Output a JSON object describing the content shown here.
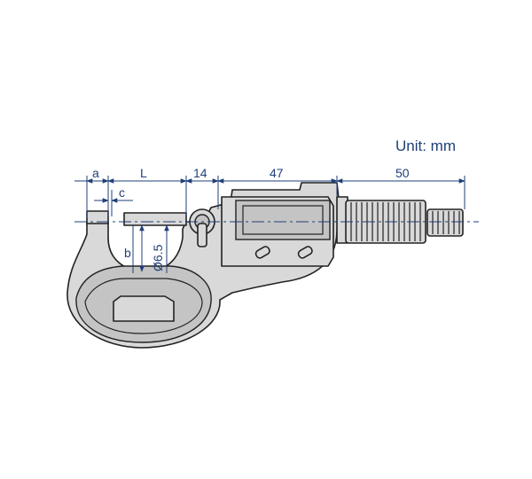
{
  "diagram": {
    "unit_label": "Unit: mm",
    "dimensions": {
      "a": "a",
      "c": "c",
      "L": "L",
      "frame_width": "14",
      "body_length": "47",
      "thimble_length": "50",
      "b": "b",
      "spindle_diameter": "Ø6.5"
    },
    "colors": {
      "dimension_lines": "#1f3f78",
      "outline": "#222222",
      "body_fill": "#d9d9d9"
    }
  }
}
